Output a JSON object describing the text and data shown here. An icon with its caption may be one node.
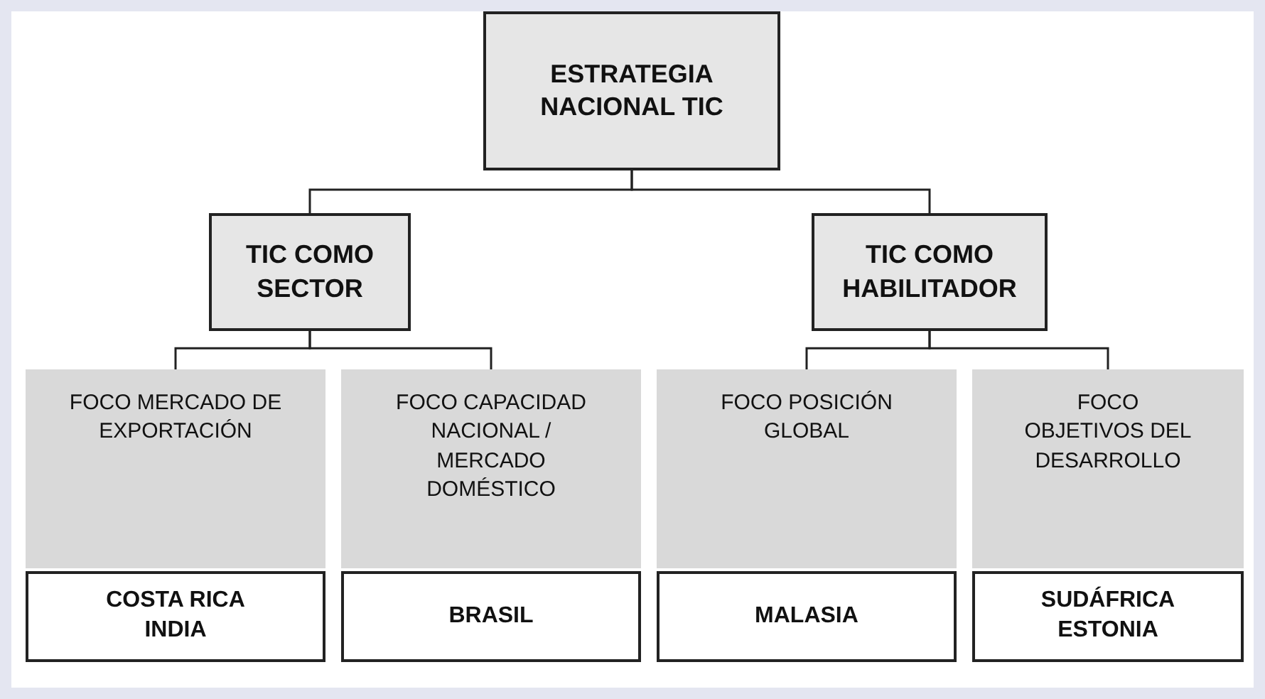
{
  "diagram": {
    "nodes": [
      {
        "text": [
          "ESTRATEGIA NACIONAL TIC"
        ]
      },
      {
        "text": [
          "TIC COMO SECTOR"
        ]
      },
      {
        "text": [
          "TIC COMO HABILITADOR"
        ]
      },
      {
        "text": [
          "FOCO MERCADO DE EXPORTACIÓN"
        ]
      },
      {
        "text": [
          "FOCO CAPACIDAD NACIONAL / MERCADO DOMÉSTICO"
        ]
      },
      {
        "text": [
          "FOCO POSICIÓN GLOBAL"
        ]
      },
      {
        "text": [
          "FOCO OBJETIVOS DEL DESARROLLO"
        ]
      },
      {
        "text": [
          "COSTA RICA",
          "INDIA"
        ]
      },
      {
        "text": [
          "BRASIL"
        ]
      },
      {
        "text": [
          "MALASIA"
        ]
      },
      {
        "text": [
          "SUDÁFRICA",
          "ESTONIA"
        ]
      }
    ],
    "edges": [
      {
        "from": 0,
        "to": 1,
        "arrow": "none"
      },
      {
        "from": 0,
        "to": 2,
        "arrow": "none"
      },
      {
        "from": 1,
        "to": 3,
        "arrow": "none"
      },
      {
        "from": 1,
        "to": 4,
        "arrow": "none"
      },
      {
        "from": 2,
        "to": 5,
        "arrow": "none"
      },
      {
        "from": 2,
        "to": 6,
        "arrow": "none"
      }
    ]
  }
}
